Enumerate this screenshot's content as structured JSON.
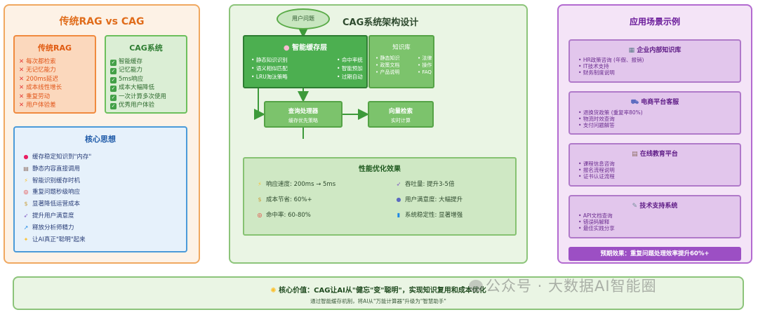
{
  "left": {
    "title": "传统RAG vs CAG",
    "rag": {
      "title": "传统RAG",
      "items": [
        "每次都检索",
        "无记忆能力",
        "200ms延迟",
        "成本线性增长",
        "重复劳动",
        "用户体验差"
      ]
    },
    "cag": {
      "title": "CAG系统",
      "items": [
        "智能缓存",
        "记忆能力",
        "5ms响应",
        "成本大幅降低",
        "一次计算多次使用",
        "优秀用户体验"
      ]
    },
    "core": {
      "title": "核心思想",
      "items": [
        {
          "icon": "brain-icon",
          "text": "缓存稳定知识到\"内存\""
        },
        {
          "icon": "books-icon",
          "text": "静态内容直接调用"
        },
        {
          "icon": "lightning-icon",
          "text": "智能识别缓存时机"
        },
        {
          "icon": "target-icon",
          "text": "重复问题秒级响应"
        },
        {
          "icon": "money-bag-icon",
          "text": "显著降低运营成本"
        },
        {
          "icon": "rocket-icon",
          "text": "提升用户满意度"
        },
        {
          "icon": "chart-icon",
          "text": "释放分析师精力"
        },
        {
          "icon": "sparkle-icon",
          "text": "让AI真正\"聪明\"起来"
        }
      ]
    }
  },
  "mid": {
    "title": "CAG系统架构设计",
    "user_question": "用户问题",
    "smart_cache": {
      "title": "智能缓存层",
      "col1": [
        "静态知识识别",
        "语义相似匹配",
        "LRU淘汰策略"
      ],
      "col2": [
        "命中率统",
        "智能预加",
        "过期自动"
      ]
    },
    "kb": {
      "title": "知识库",
      "col1": [
        "静态知识",
        "政策文档",
        "产品说明"
      ],
      "col2": [
        "法律",
        "操作",
        "FAQ"
      ]
    },
    "query": {
      "title": "查询处理器",
      "sub": "缓存优先策略"
    },
    "vector": {
      "title": "向量检索",
      "sub": "实时计算"
    },
    "perf": {
      "title": "性能优化效果",
      "items": [
        {
          "icon": "lightning-icon",
          "text": "响应速度: 200ms → 5ms"
        },
        {
          "icon": "rocket-icon",
          "text": "吞吐量: 提升3-5倍"
        },
        {
          "icon": "money-bag-icon",
          "text": "成本节省: 60%+"
        },
        {
          "icon": "users-icon",
          "text": "用户满意度: 大幅提升"
        },
        {
          "icon": "target-icon",
          "text": "命中率: 60-80%"
        },
        {
          "icon": "bar-chart-icon",
          "text": "系统稳定性: 显著增强"
        }
      ]
    }
  },
  "right": {
    "title": "应用场景示例",
    "scenarios": [
      {
        "icon": "building-icon",
        "title": "企业内部知识库",
        "items": [
          "HR政策咨询 (年假、报销)",
          "IT技术支持",
          "财务制度说明"
        ]
      },
      {
        "icon": "cart-icon",
        "title": "电商平台客服",
        "items": [
          "退换货政策 (重复率80%)",
          "物流时效查询",
          "支付问题解答"
        ]
      },
      {
        "icon": "books-icon",
        "title": "在线教育平台",
        "items": [
          "课程信息咨询",
          "报名流程说明",
          "证书认证流程"
        ]
      },
      {
        "icon": "wrench-icon",
        "title": "技术支持系统",
        "items": [
          "API文档查询",
          "错误码解释",
          "最佳实践分享"
        ]
      }
    ],
    "effect": "预期效果：重复问题处理效率提升60%+"
  },
  "bottom": {
    "icon": "bulb-icon",
    "value": "核心价值：CAG让AI从\"健忘\"变\"聪明\"，实现知识复用和成本优化",
    "sub": "通过智能缓存机制，将AI从\"万能计算器\"升级为\"智慧助手\""
  },
  "watermark": "公众号 · 大数据AI智能圈"
}
